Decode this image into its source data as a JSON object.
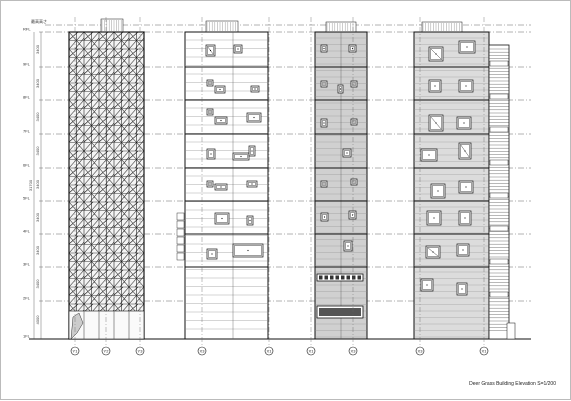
{
  "sheet": {
    "caption": "Deer Grass Building Elevation S=1/200"
  },
  "levels": [
    {
      "label": "RFL"
    },
    {
      "label": "9FL"
    },
    {
      "label": "8FL"
    },
    {
      "label": "7FL"
    },
    {
      "label": "6FL"
    },
    {
      "label": "5FL"
    },
    {
      "label": "4FL"
    },
    {
      "label": "3FL"
    },
    {
      "label": "2FL"
    },
    {
      "label": "1FL"
    }
  ],
  "top_label": "最高高さ",
  "dimensions": [
    "3400",
    "3400",
    "3400",
    "3400",
    "3400",
    "3400",
    "3400",
    "3400",
    "4000"
  ],
  "total_height": "31700",
  "grid_markers": [
    "Y1",
    "Y2",
    "Y3",
    "X3",
    "X1",
    "X1",
    "X3",
    "X3",
    "X1"
  ],
  "elevations": [
    {
      "name": "south-elevation"
    },
    {
      "name": "east-elevation"
    },
    {
      "name": "north-elevation"
    },
    {
      "name": "west-elevation"
    }
  ],
  "colors": {
    "line": "#111111",
    "hatch": "#d0d0d0",
    "dash": "#666666"
  }
}
